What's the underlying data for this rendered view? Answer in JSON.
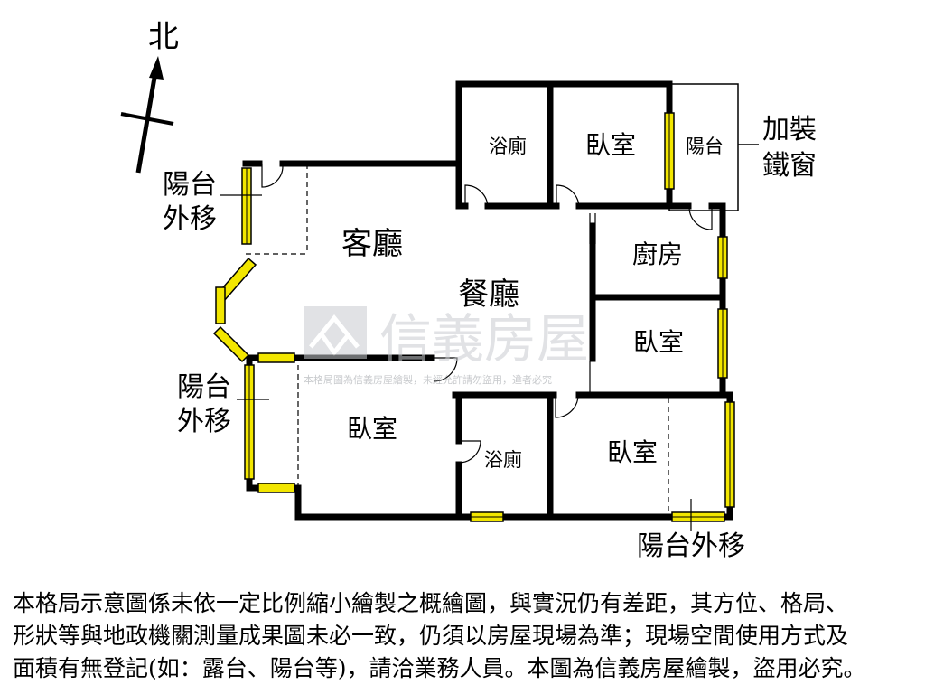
{
  "compass": {
    "north_label": "北"
  },
  "rooms": {
    "bath_top": "浴廁",
    "bedroom_top": "臥室",
    "balcony_top": "陽台",
    "living_room": "客廳",
    "dining_room": "餐廳",
    "kitchen": "廚房",
    "bedroom_mid": "臥室",
    "bedroom_bottom_left": "臥室",
    "bath_bottom": "浴廁",
    "bedroom_bottom_right": "臥室"
  },
  "notes": {
    "iron_window_line1": "加裝",
    "iron_window_line2": "鐵窗",
    "balcony_out_top_line1": "陽台",
    "balcony_out_top_line2": "外移",
    "balcony_out_left_line1": "陽台",
    "balcony_out_left_line2": "外移",
    "balcony_out_bottom": "陽台外移"
  },
  "watermark": {
    "brand": "信義房屋",
    "small_text": "本格局圖為信義房屋繪製，未經允許請勿盜用，違者必究"
  },
  "disclaimer": {
    "line1": "本格局示意圖係未依一定比例縮小繪製之概繪圖，與實況仍有差距，其方位、格局、",
    "line2": "形狀等與地政機關測量成果圖未必一致，仍須以房屋現場為準；現場空間使用方式及",
    "line3": "面積有無登記(如：露台、陽台等)，請洽業務人員。本圖為信義房屋繪製，盜用必究。"
  },
  "colors": {
    "wall": "#000000",
    "window": "#f2e600",
    "watermark": "#c9ccd0"
  }
}
